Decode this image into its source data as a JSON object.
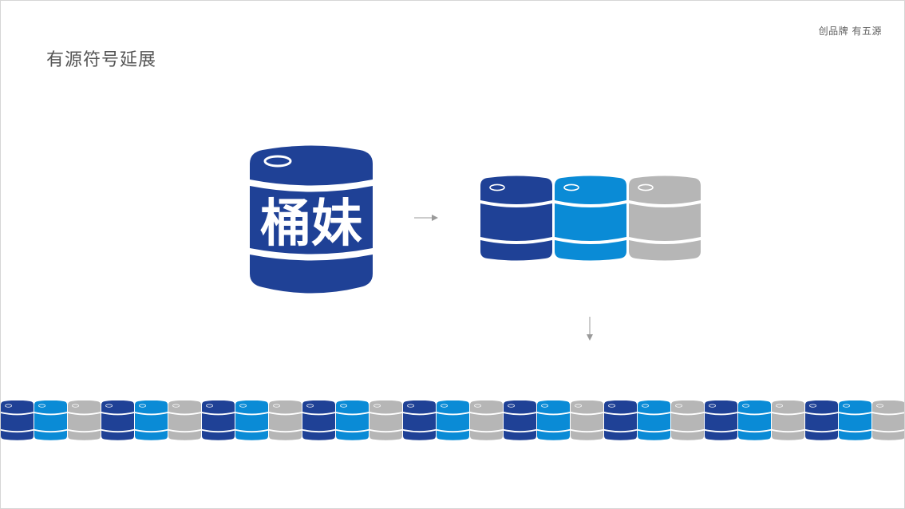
{
  "header": {
    "brand_text": "创品牌 有五源",
    "page_title": "有源符号延展"
  },
  "logo": {
    "text": "桶妹",
    "icon": "bucket-logo-icon",
    "color": "#1f4196"
  },
  "palette": {
    "navy": "#1f4196",
    "blue": "#0a8bd6",
    "gray": "#b6b6b6",
    "arrow": "#9a9a9a"
  },
  "trio": {
    "icon": "bucket-icon",
    "colors": [
      "#1f4196",
      "#0a8bd6",
      "#b6b6b6"
    ]
  },
  "pattern": {
    "icon": "bucket-icon",
    "sequence": [
      "navy",
      "blue",
      "gray"
    ]
  }
}
